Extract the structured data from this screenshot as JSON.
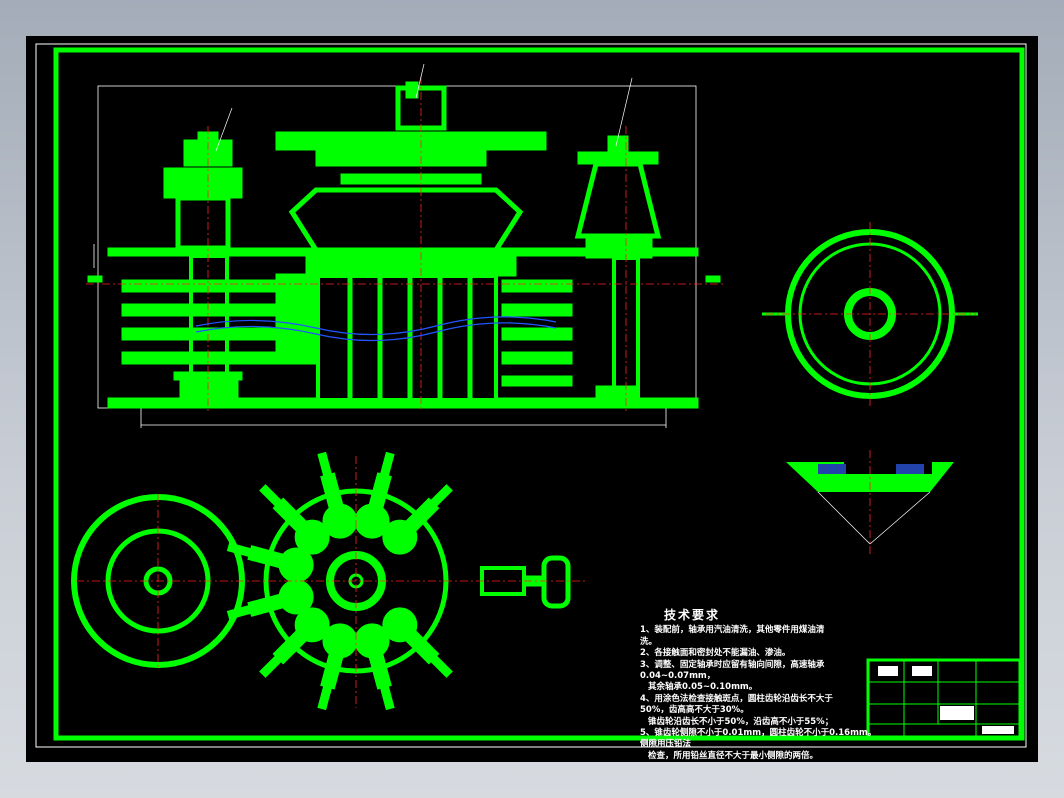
{
  "app": {
    "background": "#000000",
    "line_color": "#00ff00",
    "center_color": "#ff2222",
    "wave_color": "#2244ff"
  },
  "tech_requirements": {
    "title": "技术要求",
    "lines": [
      "1、装配前，轴承用汽油清洗，其他零件用煤油清",
      "洗。",
      "2、各接触面和密封处不能漏油、渗油。",
      "3、调整、固定轴承时应留有轴向间隙，高速轴承",
      "0.04~0.07mm，",
      "其余轴承0.05~0.10mm。",
      "4、用涂色法检查接触斑点，圆柱齿轮沿齿长不大于",
      "50%，齿高高不大于30%。",
      "锥齿轮沿齿长不小于50%，沿齿高不小于55%；",
      "5、锥齿轮侧隙不小于0.01mm，圆柱齿轮不小于0.16mm。",
      "侧隙用压铅法",
      "检查，所用铅丝直径不大于最小侧隙的两倍。"
    ]
  }
}
